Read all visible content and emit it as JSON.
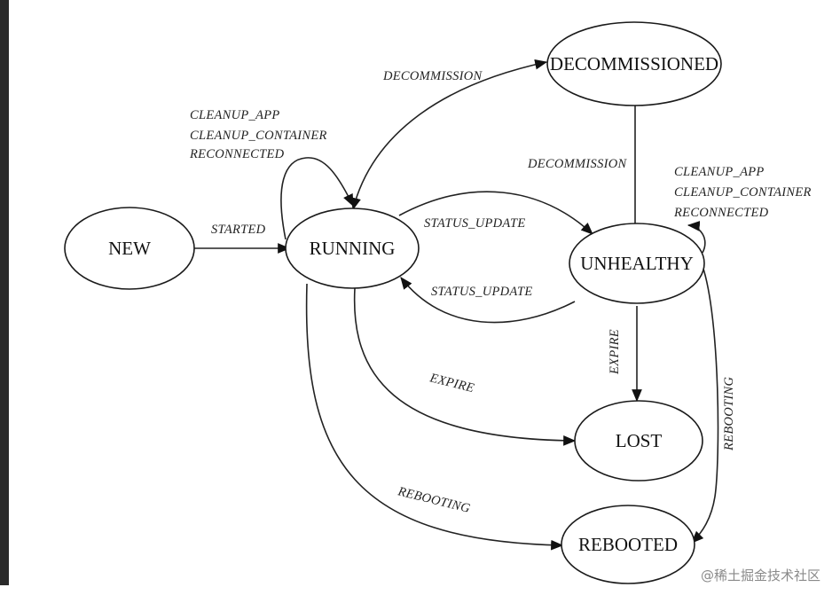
{
  "states": {
    "new": "NEW",
    "running": "RUNNING",
    "decommissioned": "DECOMMISSIONED",
    "unhealthy": "UNHEALTHY",
    "lost": "LOST",
    "rebooted": "REBOOTED"
  },
  "transitions": {
    "started": "STARTED",
    "running_self": [
      "CLEANUP_APP",
      "CLEANUP_CONTAINER",
      "RECONNECTED"
    ],
    "running_decommission": "DECOMMISSION",
    "running_status_update": "STATUS_UPDATE",
    "unhealthy_status_update": "STATUS_UPDATE",
    "unhealthy_decommission": "DECOMMISSION",
    "unhealthy_self": [
      "CLEANUP_APP",
      "CLEANUP_CONTAINER",
      "RECONNECTED"
    ],
    "unhealthy_expire": "EXPIRE",
    "running_expire": "EXPIRE",
    "running_rebooting": "REBOOTING",
    "unhealthy_rebooting": "REBOOTING"
  },
  "watermark": "@稀土掘金技术社区",
  "colors": {
    "line": "#222222",
    "background": "#ffffff"
  }
}
